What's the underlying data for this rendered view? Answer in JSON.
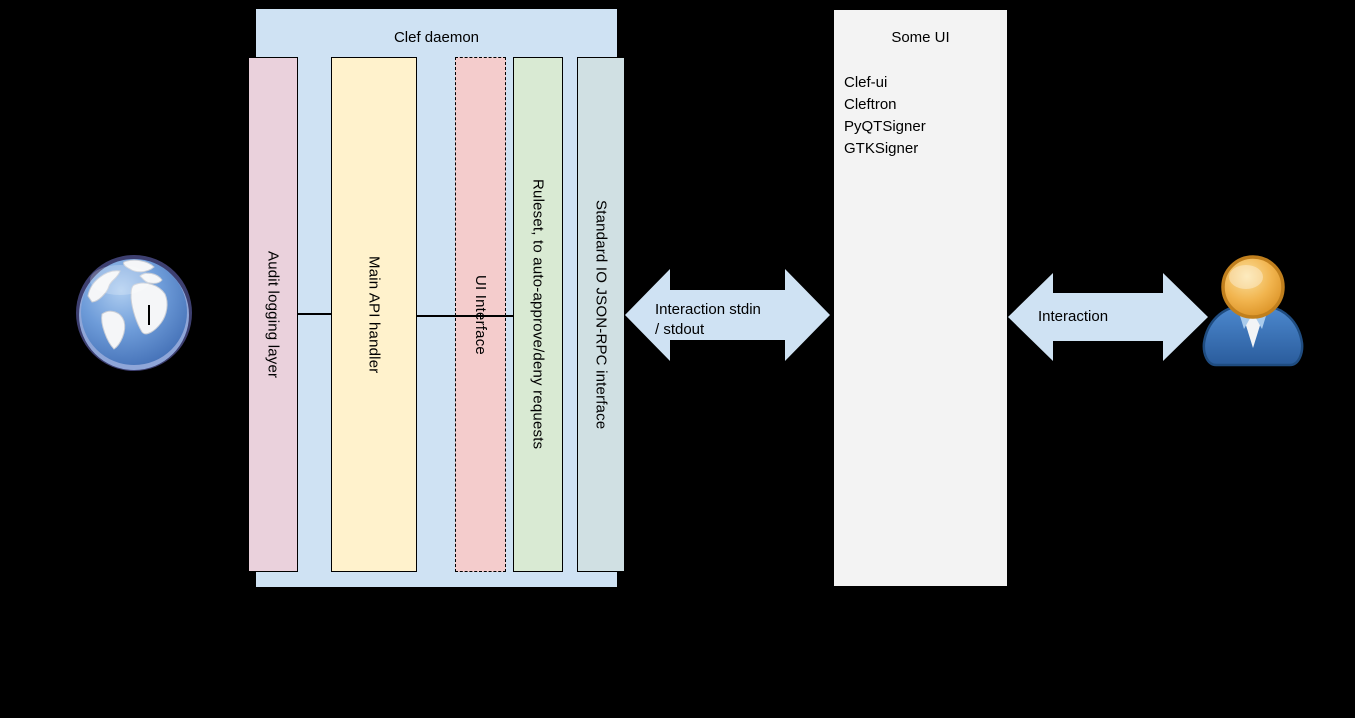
{
  "clef_daemon": {
    "title": "Clef daemon",
    "fill": "#cfe2f3",
    "layers": [
      {
        "label": "Audit logging layer",
        "color": "#ead1dc",
        "border_style": "solid"
      },
      {
        "label": "Main API handler",
        "color": "#fff2cc",
        "border_style": "solid"
      },
      {
        "label": "UI Interface",
        "color": "#f4cccc",
        "border_style": "dashed"
      },
      {
        "label": "Ruleset, to auto-approve/deny requests",
        "color": "#d9ead3",
        "border_style": "solid"
      },
      {
        "label": "Standard IO JSON-RPC interface",
        "color": "#d0e0e3",
        "border_style": "solid"
      }
    ]
  },
  "some_ui": {
    "title": "Some UI",
    "fill": "#f3f3f3",
    "items": [
      "Clef-ui",
      "Cleftron",
      "PyQTSigner",
      "GTKSigner"
    ]
  },
  "arrows": {
    "stdio": {
      "fill": "#cfe2f3",
      "label_line1": "Interaction stdin",
      "label_line2": "/ stdout"
    },
    "user": {
      "fill": "#cfe2f3",
      "label": "Interaction"
    }
  },
  "icons": {
    "globe": "globe-icon",
    "user": "user-icon"
  }
}
